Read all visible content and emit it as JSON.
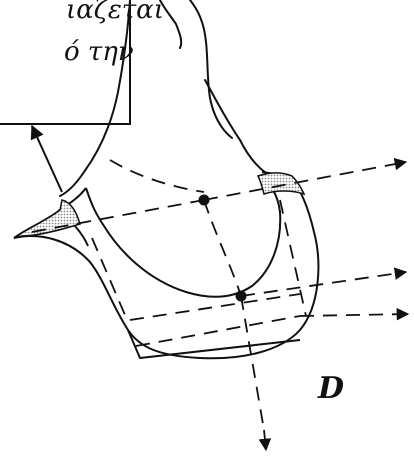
{
  "callout": {
    "line1": "ιαζεται",
    "line2": "ό την"
  },
  "axis_label": "D",
  "colors": {
    "ink": "#111111",
    "hatch": "#bdbdbd",
    "background": "#ffffff"
  }
}
